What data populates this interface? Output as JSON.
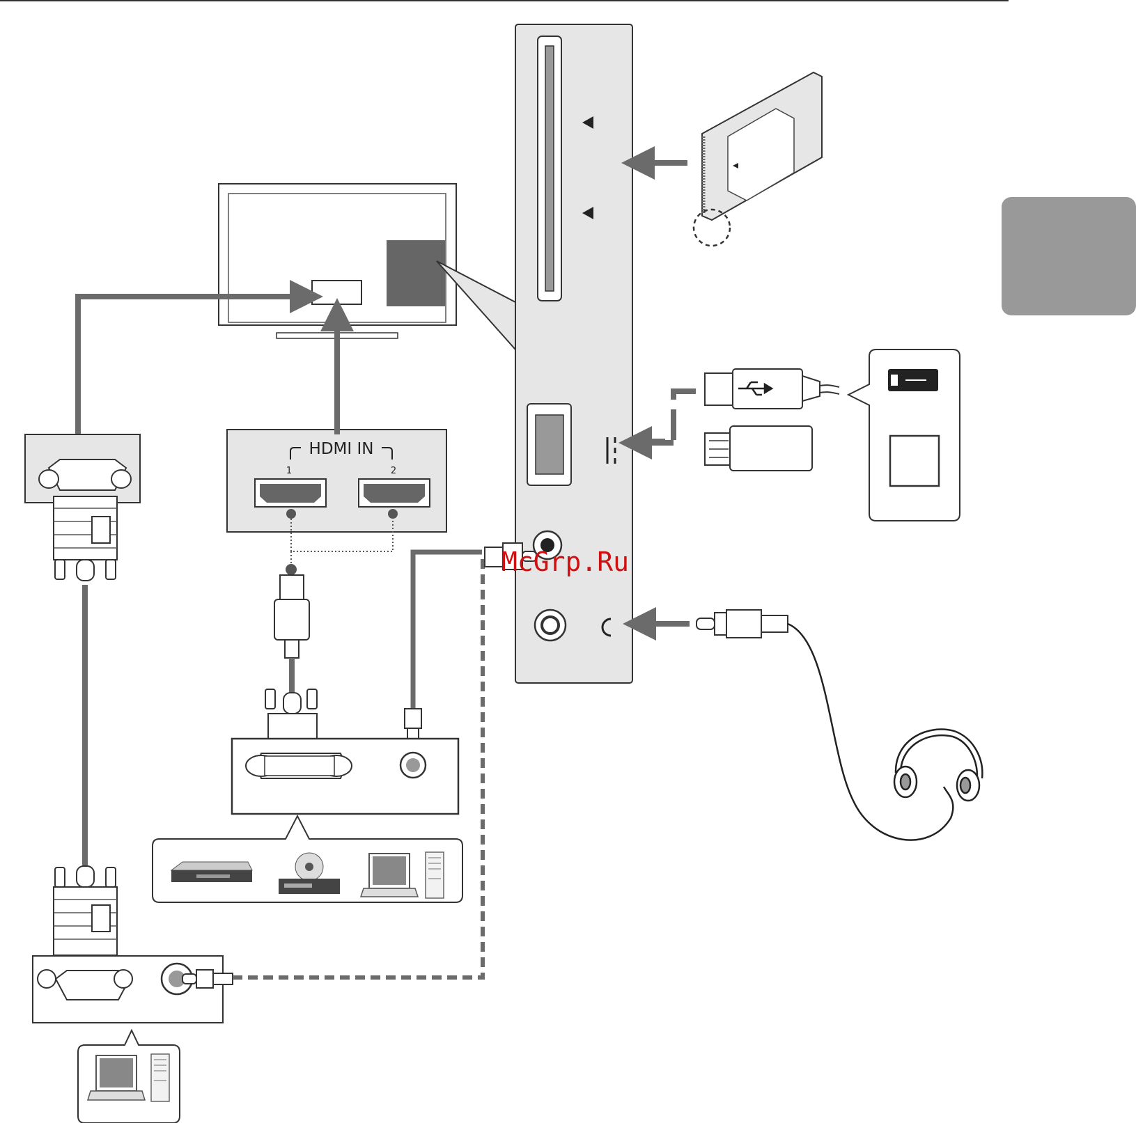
{
  "hdmi_panel": {
    "title": "HDMI IN",
    "port_1_label": "1",
    "port_2_label": "2"
  },
  "watermark": "McGrp.Ru",
  "colors": {
    "arrow": "#6b6b6b",
    "panel": "#e6e6e6",
    "tab": "#999999",
    "watermark": "#d01010",
    "outline": "#333333"
  },
  "icons": {
    "usb": "usb-symbol-icon",
    "memory": "memory-card-icon",
    "headphones": "headphones-icon",
    "laptop": "laptop-icon",
    "pc": "pc-tower-icon",
    "dvd": "dvd-player-icon",
    "settop": "set-top-box-icon"
  }
}
